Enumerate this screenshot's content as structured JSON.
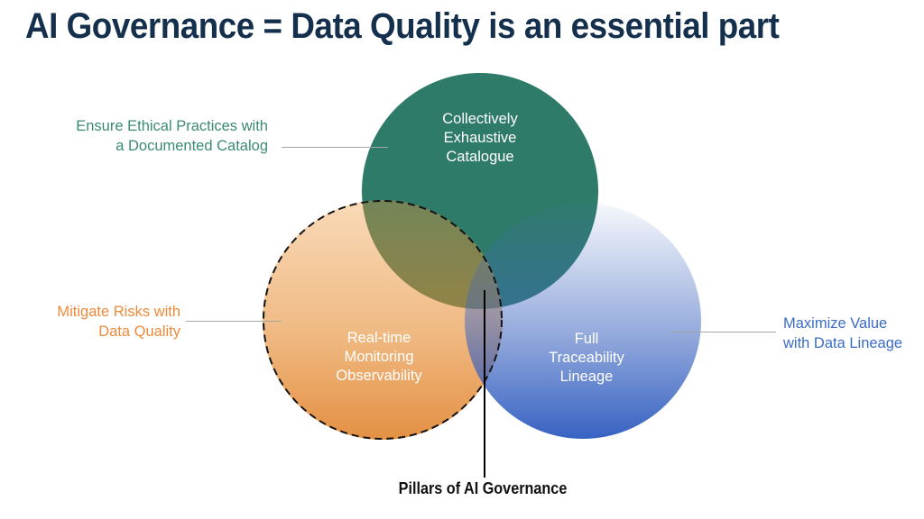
{
  "slide": {
    "title": "AI Governance = Data Quality is an essential part",
    "title_color": "#14304C",
    "background_color": "#FFFFFF"
  },
  "diagram": {
    "circles": {
      "catalogue": {
        "label_lines": [
          "Collectively",
          "Exhaustive",
          "Catalogue"
        ],
        "fill": "#2E7B69",
        "text_color": "#FFFFFF"
      },
      "monitoring": {
        "label_lines": [
          "Real-time",
          "Monitoring",
          "Observability"
        ],
        "gradient_top": "#F7D8B0",
        "gradient_bottom": "#E59649",
        "border_style": "dashed",
        "border_color": "#141414",
        "text_color": "#FFFFFF"
      },
      "lineage": {
        "label_lines": [
          "Full",
          "Traceability",
          "Lineage"
        ],
        "gradient_top": "#F8FAFD",
        "gradient_bottom": "#3465C2",
        "text_color": "#FFFFFF"
      }
    },
    "callouts": {
      "catalog": {
        "lines": [
          "Ensure Ethical Practices with",
          "a Documented Catalog"
        ],
        "color": "#3C8A76"
      },
      "quality": {
        "lines": [
          "Mitigate Risks with",
          "Data Quality"
        ],
        "color": "#ED8B3B"
      },
      "lineage": {
        "lines": [
          "Maximize Value",
          "with Data Lineage"
        ],
        "color": "#3A6CC4"
      }
    },
    "connector_color": "#A6A6A6",
    "pointer_color": "#000000",
    "caption": "Pillars of AI Governance"
  }
}
